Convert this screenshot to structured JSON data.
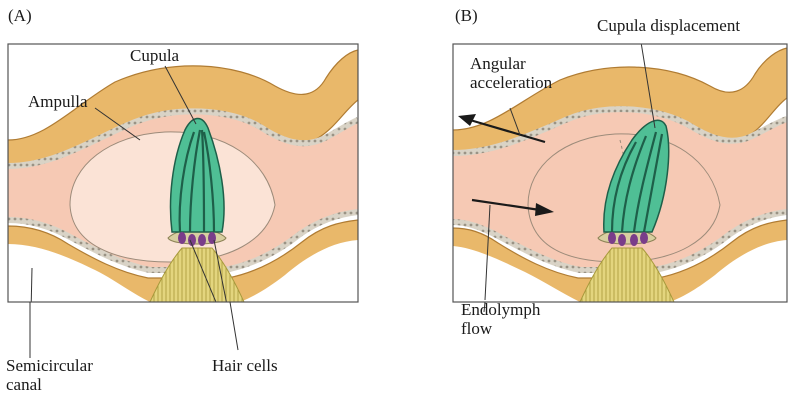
{
  "panel_a": {
    "tag": "(A)",
    "labels": {
      "cupula": "Cupula",
      "ampulla": "Ampulla",
      "semicircular_canal": "Semicircular\ncanal",
      "hair_cells": "Hair cells"
    }
  },
  "panel_b": {
    "tag": "(B)",
    "labels": {
      "cupula_displacement": "Cupula displacement",
      "angular_acceleration": "Angular\nacceleration",
      "endolymph_flow": "Endolymph\nflow"
    }
  },
  "colors": {
    "frame": "#555555",
    "bone": "#e9b86a",
    "bone_edge": "#b07c33",
    "membrane": "#c9c2b4",
    "endolymph": "#f6c9b4",
    "endolymph_pale": "#fbe3d6",
    "cupula": "#4fbf95",
    "cupula_dark": "#1e5f49",
    "hair_cells": "#7a3d8a",
    "nerve": "#e0d27a",
    "nerve_lines": "#a89a3c"
  }
}
